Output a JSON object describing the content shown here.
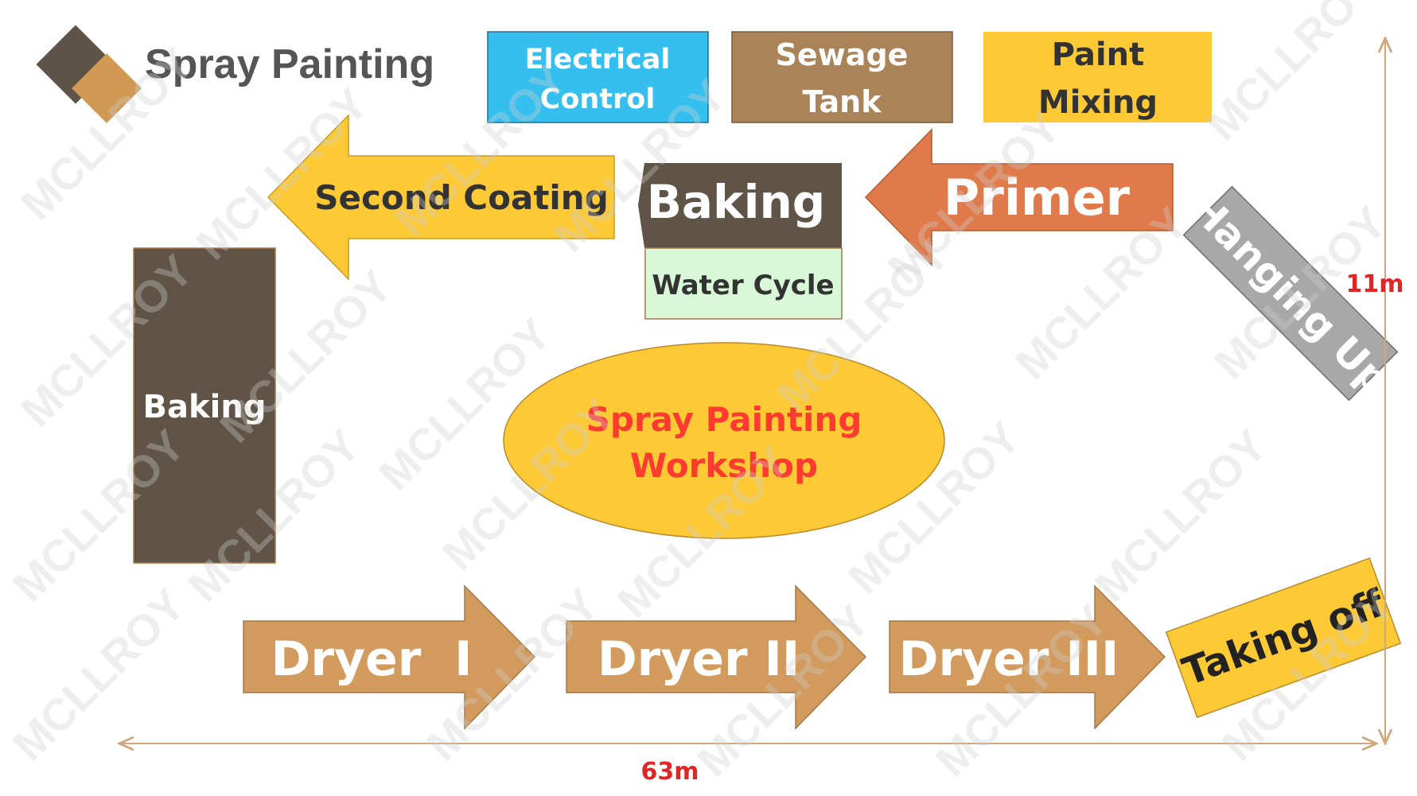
{
  "title": "Spray Painting",
  "watermark": "MCLLROY",
  "colors": {
    "logo_dark": "#5d5346",
    "logo_light": "#d09a55",
    "title_text": "#555555",
    "electrical_fill": "#35bfef",
    "sewage_fill": "#aa8458",
    "yellow": "#fdc935",
    "brown": "#5f5446",
    "primer": "#e07a4a",
    "grey": "#a8a8a8",
    "water_fill": "#d8f8d8",
    "dryer": "#d29a5c",
    "dim_red": "#e02525",
    "dim_line": "#d0a67a"
  },
  "boxes": {
    "electrical_control": [
      "Electrical",
      "Control"
    ],
    "sewage_tank": [
      "Sewage",
      "Tank"
    ],
    "paint_mixing": [
      "Paint",
      "Mixing"
    ]
  },
  "arrows": {
    "second_coating": "Second Coating",
    "primer": "Primer"
  },
  "stations": {
    "baking_top": "Baking",
    "water_cycle": "Water Cycle",
    "baking_left": "Baking",
    "hanging_up": "Hanging Up",
    "taking_off": "Taking off"
  },
  "workshop": [
    "Spray Painting",
    "Workshop"
  ],
  "dryers": [
    "Dryer  I",
    "Dryer II",
    "Dryer III"
  ],
  "dimensions": {
    "width": "63m",
    "height": "11m"
  }
}
